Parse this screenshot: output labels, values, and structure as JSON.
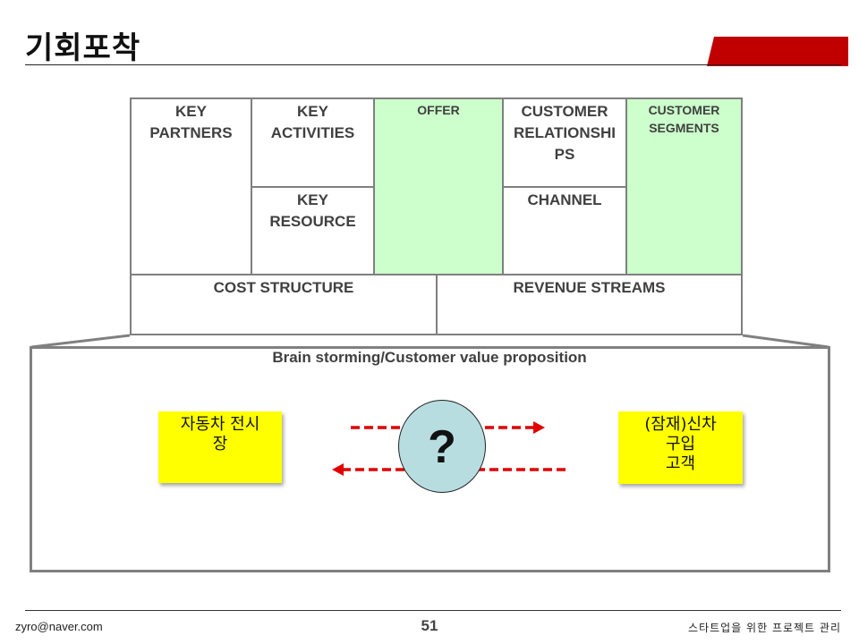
{
  "slide": {
    "title": "기회포착",
    "accent_color": "#c00000"
  },
  "canvas": {
    "key_partners": "KEY\nPARTNERS",
    "key_activities": "KEY\nACTIVITIES",
    "key_resource": "KEY\nRESOURCE",
    "offer": "OFFER",
    "customer_relationships": "CUSTOMER\nRELATIONSHI\nPS",
    "channel": "CHANNEL",
    "customer_segments": "CUSTOMER\nSEGMENTS",
    "cost_structure": "COST STRUCTURE",
    "revenue_streams": "REVENUE STREAMS",
    "highlight_color": "#ccffcc"
  },
  "brainstorm": {
    "title": "Brain storming/Customer value proposition",
    "left_note": "자동차 전시\n장",
    "right_note": "(잠재)신차\n구입\n고객",
    "center_symbol": "?",
    "note_color": "#ffff00",
    "arrow_color": "#e00000"
  },
  "footer": {
    "email": "zyro@naver.com",
    "page_number": "51",
    "course": "스타트업을 위한 프로젝트 관리"
  }
}
